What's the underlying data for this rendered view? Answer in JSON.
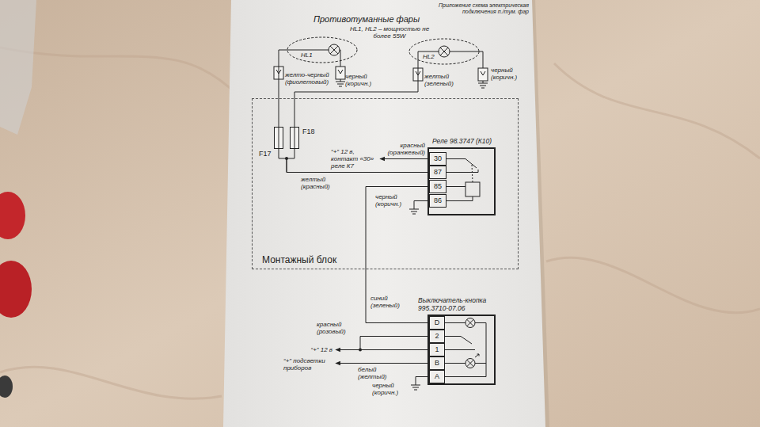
{
  "diagram": {
    "nodes": [
      {
        "text": [
          "HL1"
        ]
      },
      {
        "text": [
          "HL2"
        ]
      },
      {
        "text": [
          "Монтажный блок"
        ]
      },
      {
        "text": [
          "F17"
        ],
        "in": 2
      },
      {
        "text": [
          "F18"
        ],
        "in": 2
      },
      {
        "text": [
          "Реле 98.3747 (К10)",
          "30",
          "87",
          "85",
          "86"
        ],
        "in": 2
      },
      {
        "text": [
          "Выключатель-кнопка 995.3710-07.06",
          "D",
          "2",
          "1",
          "B",
          "A"
        ]
      }
    ],
    "edges": [
      {
        "from": 5,
        "to": 3,
        "arrow": "none",
        "label": "желтый (красный)"
      },
      {
        "from": 5,
        "to": 4,
        "arrow": "none"
      },
      {
        "from": 3,
        "to": 0,
        "arrow": "none",
        "label": "желто-черный (фиолетовый)"
      },
      {
        "from": 4,
        "to": 1,
        "arrow": "none",
        "label": "желтый (зеленый)"
      },
      {
        "from": 5,
        "to": 6,
        "arrow": "none",
        "label": "синий (зеленый)"
      }
    ],
    "labels": [
      "Приложение схема электрическая подключения п./тум. фар",
      "Противотуманные фары",
      "HL1, HL2 – мощностью не более 55W",
      "черный (коричн.)",
      "черный (коричн.)",
      "красный (оранжевый)",
      "“+” 12 в, контакт «30» реле К7",
      "черный (коричн.)",
      "красный (розовый)",
      "“+” 12 в",
      "“+” подсветки приборов",
      "белый (желтый)",
      "черный (коричн.)"
    ]
  }
}
